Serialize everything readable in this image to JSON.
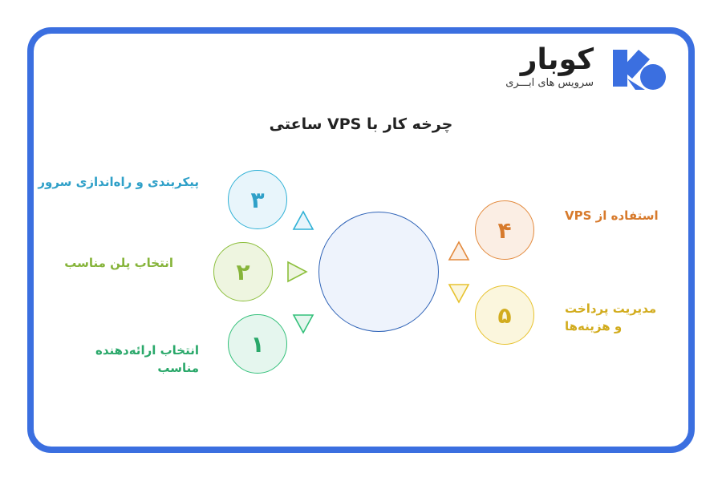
{
  "logo": {
    "word": "کوبار",
    "tagline": "سرویس های ابـــری",
    "colors": {
      "mark": "#3b6fe0",
      "word": "#1f1f1f"
    }
  },
  "title": "چرخه کار با VPS ساعتی",
  "steps": [
    {
      "number": "۱",
      "label_lines": [
        "انتخاب ارائه‌دهنده",
        "مناسب"
      ],
      "color": "#2aa86a"
    },
    {
      "number": "۲",
      "label_lines": [
        "انتخاب پلن مناسب"
      ],
      "color": "#86b43a"
    },
    {
      "number": "۳",
      "label_lines": [
        "پیکربندی و راه‌اندازی سرور"
      ],
      "color": "#2fa0c8"
    },
    {
      "number": "۴",
      "label_lines": [
        "استفاده از VPS"
      ],
      "color": "#d77a2c"
    },
    {
      "number": "۵",
      "label_lines": [
        "مدیریت پرداخت",
        "و هزینه‌ها"
      ],
      "color": "#d2ac1e"
    }
  ],
  "icons": {
    "arrow_3": "triangle-up-icon",
    "arrow_2": "triangle-right-icon",
    "arrow_1": "triangle-down-icon",
    "arrow_4": "triangle-up-icon",
    "arrow_5": "triangle-down-icon"
  },
  "colors": {
    "frame": "#3b6fe0",
    "center_fill": "#eef3fc",
    "center_stroke": "#2f63b7"
  }
}
